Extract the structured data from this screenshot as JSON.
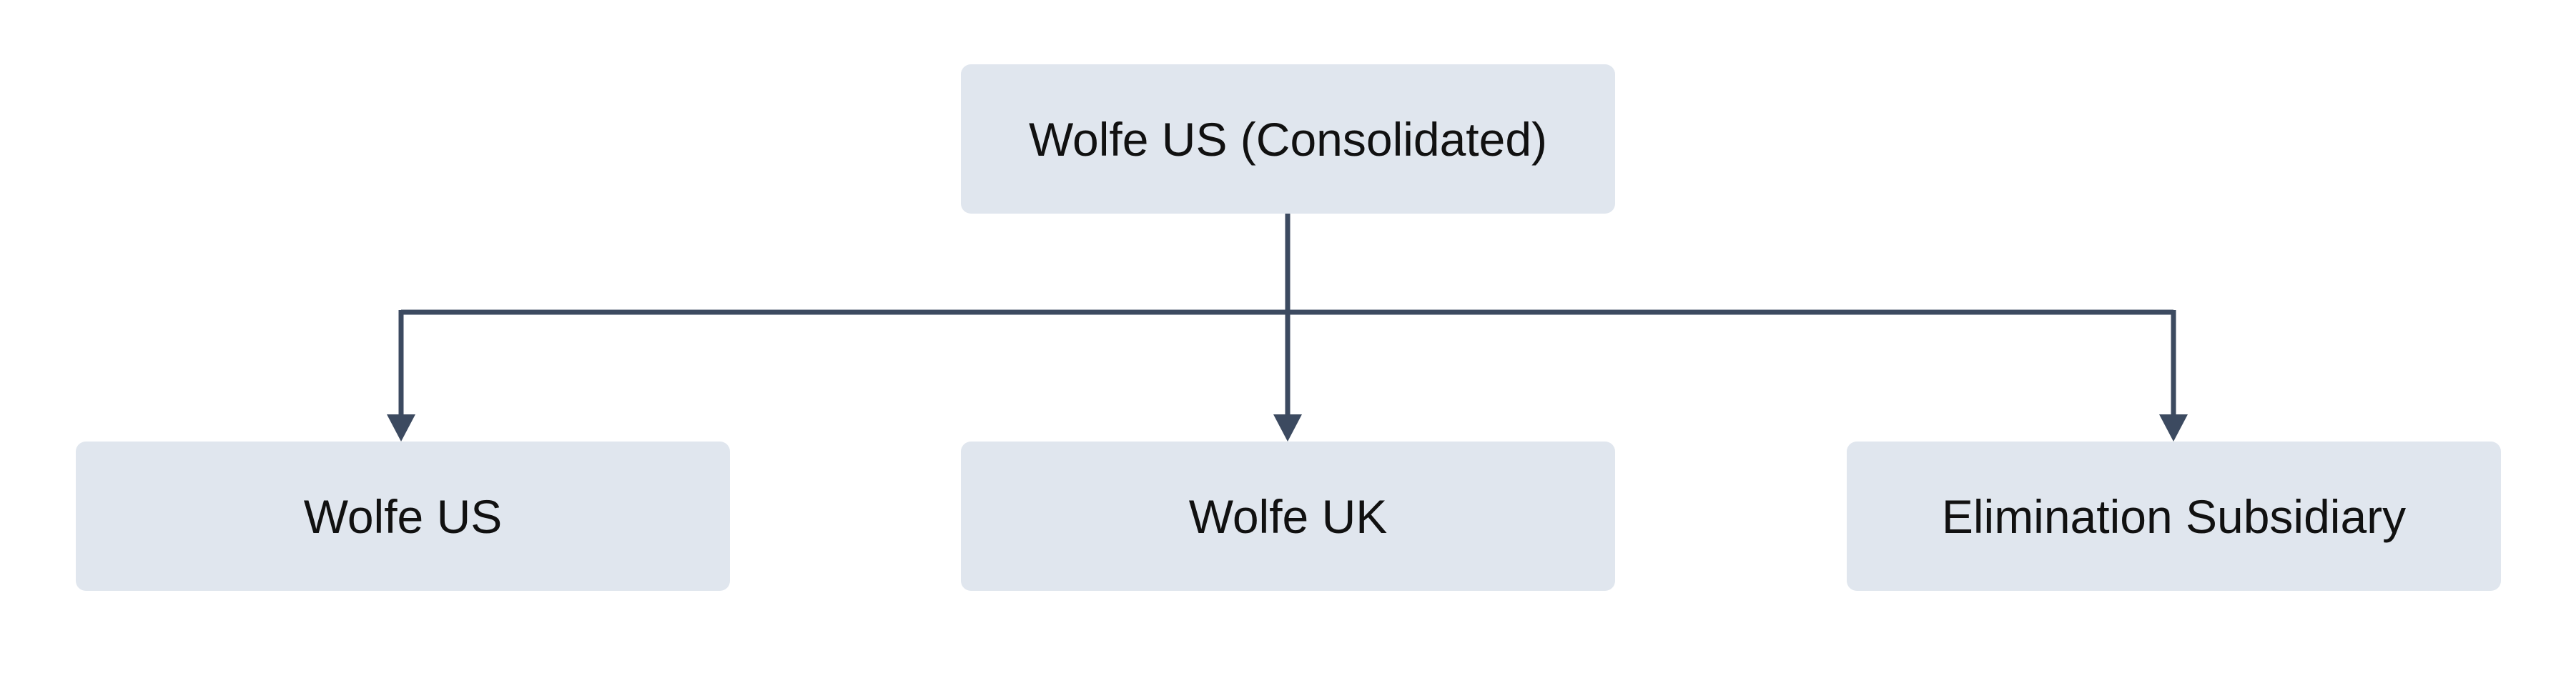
{
  "diagram": {
    "root": {
      "label": "Wolfe US (Consolidated)"
    },
    "children": [
      {
        "label": "Wolfe US"
      },
      {
        "label": "Wolfe UK"
      },
      {
        "label": "Elimination Subsidiary"
      }
    ],
    "colors": {
      "node_fill": "#e0e6ee",
      "edge": "#3c4a60",
      "text": "#111111"
    }
  }
}
